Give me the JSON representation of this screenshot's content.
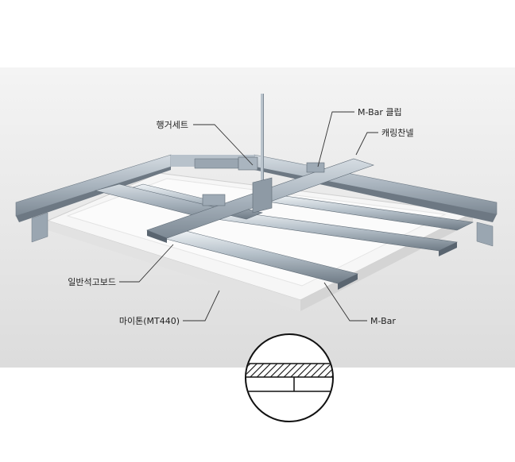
{
  "labels": {
    "hanger_set": "행거세트",
    "mbar_clip": "M-Bar 클립",
    "carrying_channel": "캐링찬넬",
    "gypsum_board": "일반석고보드",
    "mitone": "마이톤(MT440)",
    "mbar": "M-Bar"
  },
  "colors": {
    "background_panel": "#e9e9e9",
    "steel": "#a9b4be",
    "board": "#f4f4f4"
  }
}
